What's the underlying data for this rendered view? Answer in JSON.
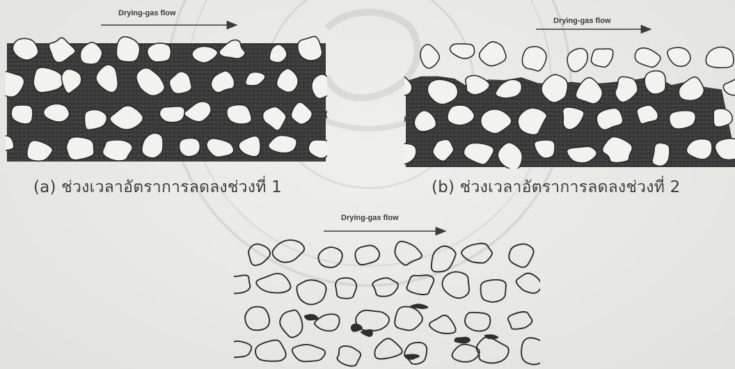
{
  "figure": {
    "panels": [
      {
        "id": "a",
        "flow_label": "Drying-gas flow",
        "caption": "(a) ช่วงเวลาอัตราการลดลงช่วงที่ 1"
      },
      {
        "id": "b",
        "flow_label": "Drying-gas flow",
        "caption": "(b) ช่วงเวลาอัตราการลดลงช่วงที่ 2"
      },
      {
        "id": "c",
        "flow_label": "Drying-gas flow"
      }
    ]
  },
  "colors": {
    "background": "#e9e9e6",
    "liquid": "#3a3a3a",
    "particle": "#f2f2ef",
    "outline": "#2b2b2b"
  }
}
